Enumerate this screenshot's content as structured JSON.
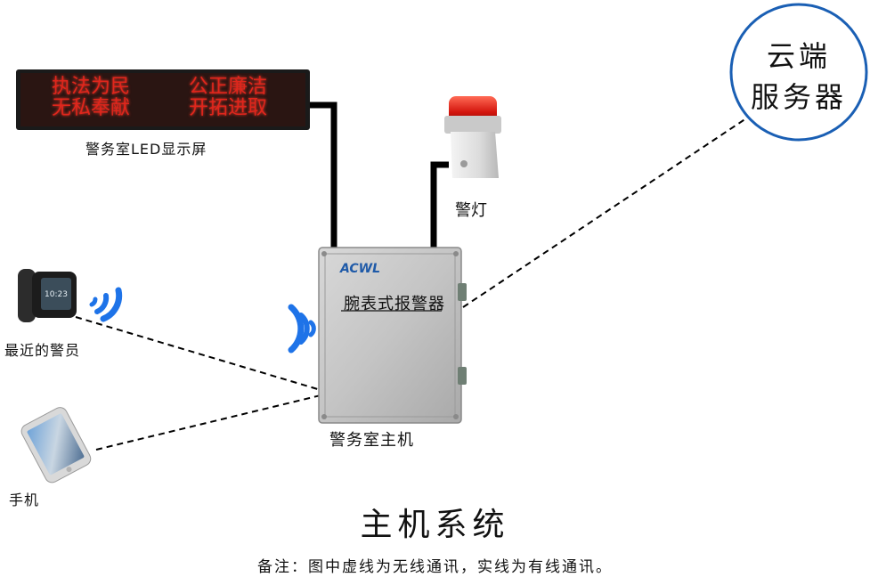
{
  "led_display": {
    "line1_left": "执法为民",
    "line1_right": "公正廉洁",
    "line2_left": "无私奉献",
    "line2_right": "开拓进取",
    "caption": "警务室LED显示屏",
    "text_color": "#e0261c"
  },
  "alarm_light": {
    "caption": "警灯"
  },
  "cloud_server": {
    "line1": "云端",
    "line2": "服务器",
    "border_color": "#1a5fb4"
  },
  "host": {
    "brand": "ACWL",
    "panel_label": "腕表式报警器",
    "caption": "警务室主机"
  },
  "watch": {
    "caption": "最近的警员"
  },
  "phone": {
    "caption": "手机"
  },
  "signal_color": "#1e73e8",
  "title": "主机系统",
  "note": "备注：图中虚线为无线通讯，实线为有线通讯。"
}
